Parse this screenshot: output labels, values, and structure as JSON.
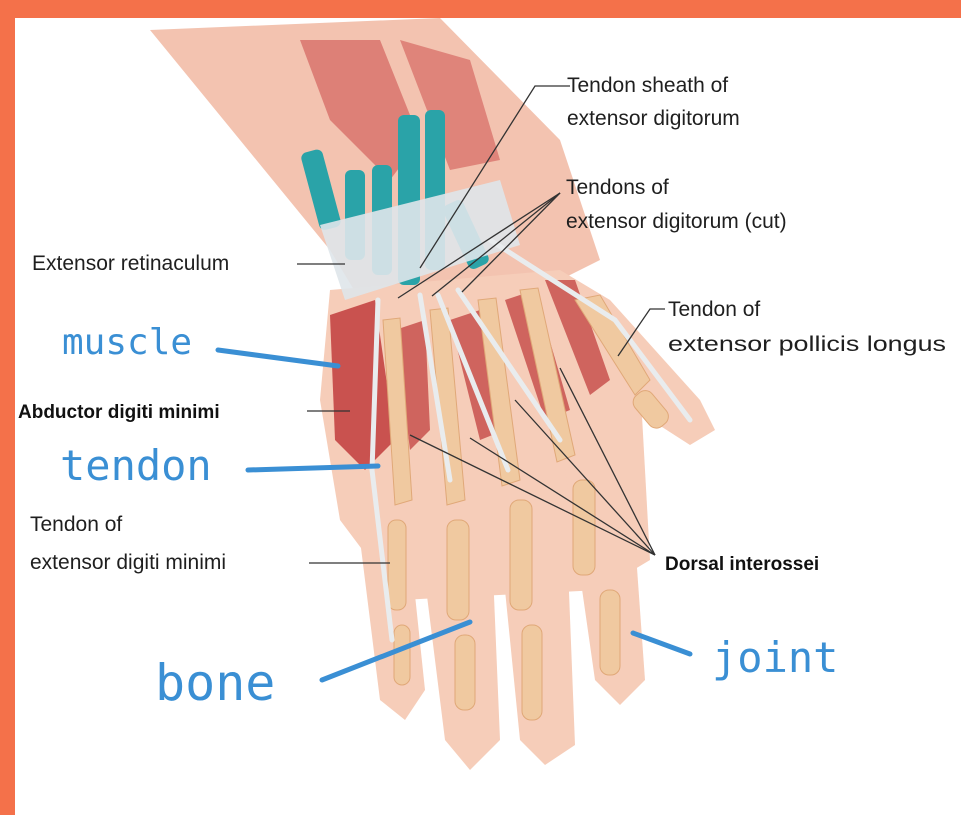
{
  "labels": {
    "tendon_sheath": [
      "Tendon sheath of",
      "extensor digitorum"
    ],
    "tendons_cut": [
      "Tendons of",
      "extensor digitorum (cut)"
    ],
    "extensor_retinaculum": "Extensor retinaculum",
    "tendon_pollicis": [
      "Tendon of",
      "extensor pollicis longus"
    ],
    "abductor": "Abductor digiti minimi",
    "tendon_digiti_minimi": [
      "Tendon of",
      "extensor digiti minimi"
    ],
    "dorsal_interossei": "Dorsal interossei"
  },
  "annotations": {
    "muscle": "muscle",
    "tendon": "tendon",
    "bone": "bone",
    "joint": "joint"
  },
  "colors": {
    "border": "#f4714a",
    "annotation": "#3a8fd4",
    "skin": "#f6c9b6",
    "bone": "#f0c9a0",
    "muscle": "#c9524f",
    "sheath": "#2aa3a8"
  }
}
